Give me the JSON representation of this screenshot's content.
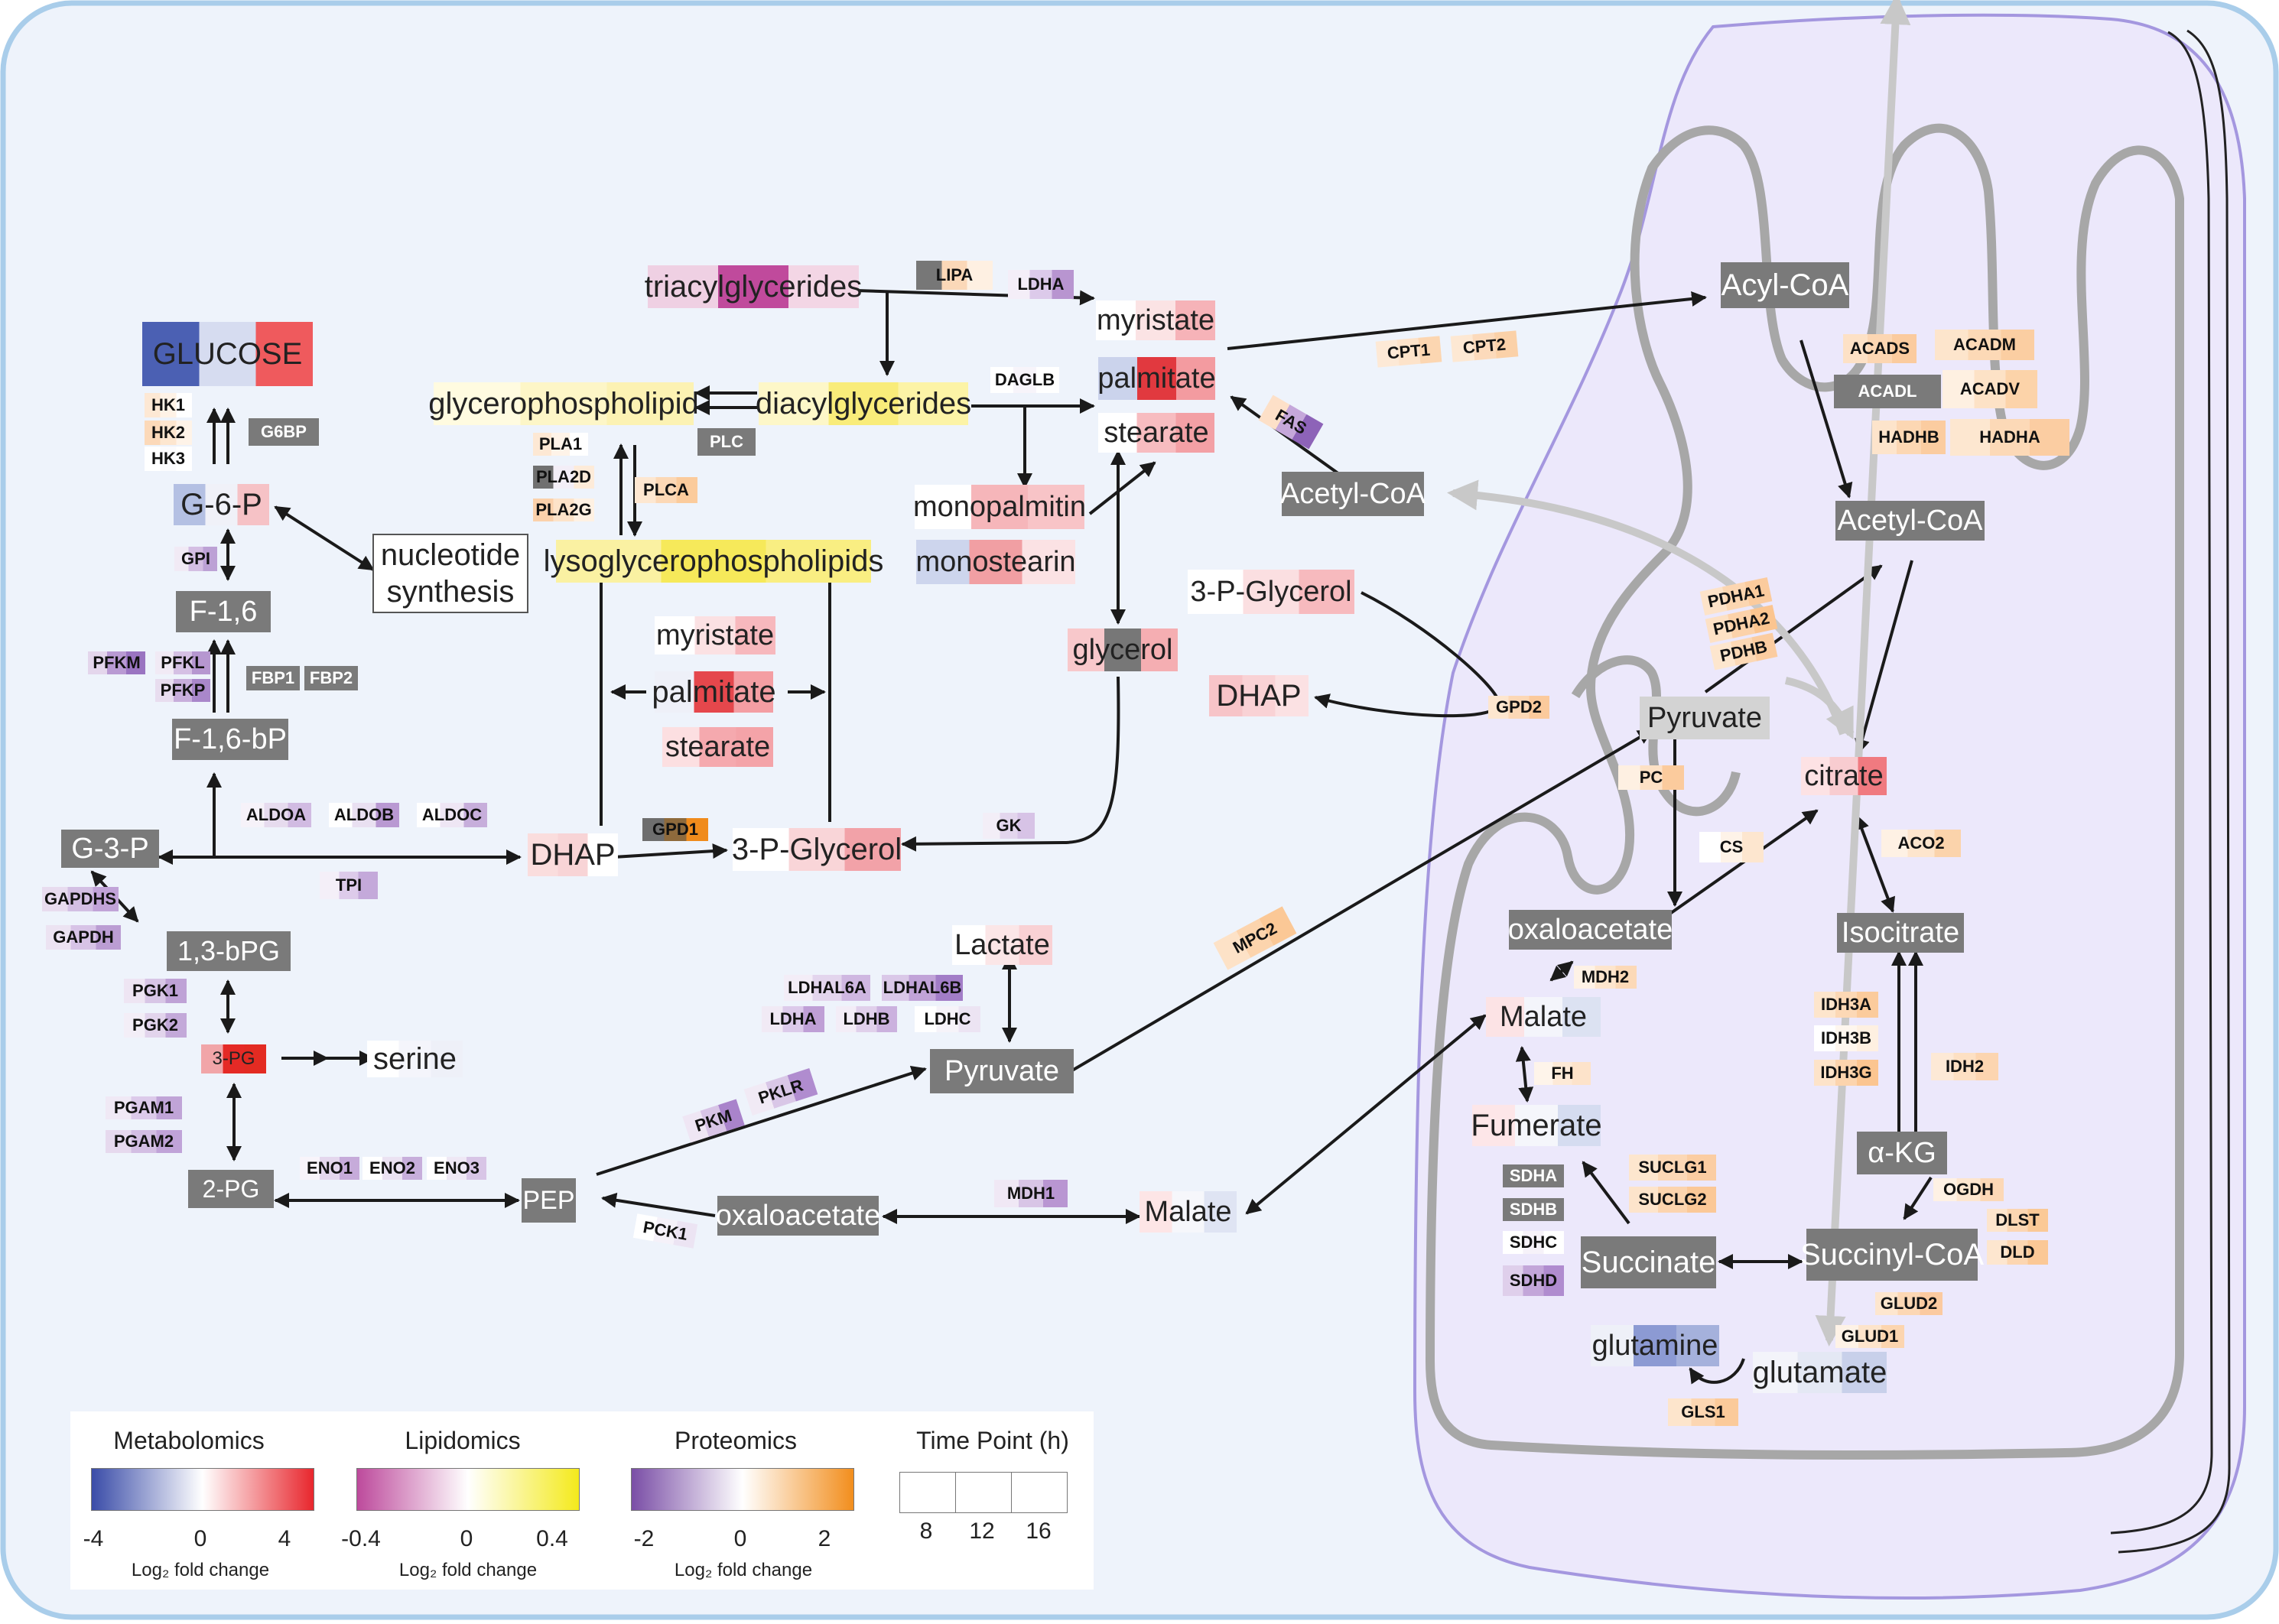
{
  "colors": {
    "background": "#eef3fb",
    "cell_border": "#a9cdea",
    "mito_fill": "#ece8fb",
    "mito_stroke": "#a497df",
    "cristae": "#a7a7a7",
    "box_gray": "#7a7a7a",
    "light_gray": "#d3d3d3",
    "arrow": "#1a1a1a"
  },
  "metabolites": [
    {
      "id": "glucose",
      "label": "GLUCOSE",
      "colors": [
        "#4b60b3",
        "#d6dcf0",
        "#ef5a5d"
      ]
    },
    {
      "id": "g6p",
      "label": "G-6-P",
      "colors": [
        "#b4c0e3",
        "#f0f1f8",
        "#f6c2c6"
      ]
    },
    {
      "id": "f16",
      "label": "F-1,6",
      "style": "gray"
    },
    {
      "id": "f16bp",
      "label": "F-1,6-bP",
      "style": "gray"
    },
    {
      "id": "g3p",
      "label": "G-3-P",
      "style": "gray"
    },
    {
      "id": "bpg",
      "label": "1,3-bPG",
      "style": "gray"
    },
    {
      "id": "pg3",
      "label": "3-PG",
      "colors": [
        "#f1a5a8",
        "#e52a26",
        "#e32b22"
      ]
    },
    {
      "id": "serine",
      "label": "serine",
      "colors": [
        "#ffffff",
        "#f4f5fb",
        "#eef0f8"
      ]
    },
    {
      "id": "pg2",
      "label": "2-PG",
      "style": "gray"
    },
    {
      "id": "pep",
      "label": "PEP",
      "style": "gray"
    },
    {
      "id": "nucleotide",
      "label": "nucleotide synthesis",
      "style": "boxed"
    },
    {
      "id": "dhap1",
      "label": "DHAP",
      "colors": [
        "#fadddd",
        "#f8d4d6",
        "#ffffff"
      ]
    },
    {
      "id": "glyc3p1",
      "label": "3-P-Glycerol",
      "colors": [
        "#ffffff",
        "#f9d5d8",
        "#f2a2a8"
      ]
    },
    {
      "id": "tag",
      "label": "triacylglycerides",
      "colors": [
        "#efd0e3",
        "#c04a9c",
        "#f3d6e5"
      ]
    },
    {
      "id": "gpl",
      "label": "glycerophospholipid",
      "colors": [
        "#fffbe0",
        "#fdf6c7",
        "#fcf2b3"
      ]
    },
    {
      "id": "dag",
      "label": "diacylglycerides",
      "colors": [
        "#fdf7c8",
        "#f9ec7a",
        "#fcf3a6"
      ]
    },
    {
      "id": "lysogpl",
      "label": "lysoglycerophospholipids",
      "colors": [
        "#faf1a2",
        "#f6e95a",
        "#f9ee82"
      ]
    },
    {
      "id": "myristate2",
      "label": "myristate",
      "colors": [
        "#ffffff",
        "#fbe1e3",
        "#f7b8bd"
      ]
    },
    {
      "id": "palmitate2",
      "label": "palmitate",
      "colors": [
        "#eef0f8",
        "#e5474c",
        "#f49ea3"
      ]
    },
    {
      "id": "stearate2",
      "label": "stearate",
      "colors": [
        "#fcdfe1",
        "#f5a9ae",
        "#f4a3a8"
      ]
    },
    {
      "id": "myristate1",
      "label": "myristate",
      "colors": [
        "#ffffff",
        "#fbe3e4",
        "#f6b3b8"
      ]
    },
    {
      "id": "palmitate1",
      "label": "palmitate",
      "colors": [
        "#cbd3ec",
        "#e1393f",
        "#f39ba0"
      ]
    },
    {
      "id": "stearate1",
      "label": "stearate",
      "colors": [
        "#ffffff",
        "#f7bcc0",
        "#f3a0a5"
      ]
    },
    {
      "id": "monopalmitin",
      "label": "monopalmitin",
      "colors": [
        "#ffffff",
        "#f6b6ba",
        "#f8c4c7"
      ]
    },
    {
      "id": "monostearin",
      "label": "monostearin",
      "colors": [
        "#cdd5ed",
        "#f19fa3",
        "#fbe2e4"
      ]
    },
    {
      "id": "glycerol",
      "label": "glycerol",
      "colors": [
        "#f8c8cb",
        "#777777",
        "#f5aeb2"
      ]
    },
    {
      "id": "acetylcoa1",
      "label": "Acetyl-CoA",
      "style": "gray"
    },
    {
      "id": "glyc3p2",
      "label": "3-P-Glycerol",
      "colors": [
        "#ffffff",
        "#fbdfe1",
        "#f7babe"
      ]
    },
    {
      "id": "dhap2",
      "label": "DHAP",
      "colors": [
        "#f7c4c8",
        "#f9d2d5",
        "#fbe1e3"
      ]
    },
    {
      "id": "lactate",
      "label": "Lactate",
      "colors": [
        "#ffffff",
        "#fbe6e7",
        "#f9d1d4"
      ]
    },
    {
      "id": "pyruvate1",
      "label": "Pyruvate",
      "style": "gray"
    },
    {
      "id": "oaa1",
      "label": "oxaloacetate",
      "style": "gray"
    },
    {
      "id": "malate1",
      "label": "Malate",
      "colors": [
        "#fde5e6",
        "#f6f7fb",
        "#dfe4f3"
      ]
    },
    {
      "id": "acylcoa",
      "label": "Acyl-CoA",
      "style": "gray"
    },
    {
      "id": "acetylcoa2",
      "label": "Acetyl-CoA",
      "style": "gray"
    },
    {
      "id": "pyruvate2",
      "label": "Pyruvate",
      "style": "light"
    },
    {
      "id": "citrate",
      "label": "citrate",
      "colors": [
        "#fde2e4",
        "#f8ccd0",
        "#f07a80"
      ]
    },
    {
      "id": "oaa2",
      "label": "oxaloacetate",
      "style": "gray"
    },
    {
      "id": "isocitrate",
      "label": "Isocitrate",
      "style": "gray"
    },
    {
      "id": "malate2",
      "label": "Malate",
      "colors": [
        "#fce3e5",
        "#f4f5fb",
        "#dce2f2"
      ]
    },
    {
      "id": "fumerate",
      "label": "Fumerate",
      "colors": [
        "#fde6e8",
        "#f5f6fb",
        "#d5dcf0"
      ]
    },
    {
      "id": "akg",
      "label": "α-KG",
      "style": "gray"
    },
    {
      "id": "succinate",
      "label": "Succinate",
      "style": "gray"
    },
    {
      "id": "succinylcoa",
      "label": "Succinyl-CoA",
      "style": "gray"
    },
    {
      "id": "glutamine",
      "label": "glutamine",
      "colors": [
        "#eef0f8",
        "#8c9ad3",
        "#a5b1dc"
      ]
    },
    {
      "id": "glutamate",
      "label": "glutamate",
      "colors": [
        "#f3f4fa",
        "#e4e8f4",
        "#c8d0ea"
      ]
    }
  ],
  "enzymes": [
    {
      "id": "HK1",
      "label": "HK1",
      "colors": [
        "#fde8d4",
        "#fef2e6",
        "#ffffff"
      ]
    },
    {
      "id": "HK2",
      "label": "HK2",
      "colors": [
        "#fcd9b9",
        "#fde6cf",
        "#fef3e8"
      ]
    },
    {
      "id": "HK3",
      "label": "HK3",
      "colors": [
        "#ffffff",
        "#fbfbfd",
        "#ffffff"
      ]
    },
    {
      "id": "G6BP",
      "label": "G6BP",
      "style": "gray"
    },
    {
      "id": "GPI",
      "label": "GPI",
      "colors": [
        "#f1eaf5",
        "#d4bee3",
        "#bca1d5"
      ]
    },
    {
      "id": "PFKM",
      "label": "PFKM",
      "colors": [
        "#e4d6ec",
        "#b99ad3",
        "#9a74c1"
      ]
    },
    {
      "id": "PFKL",
      "label": "PFKL",
      "colors": [
        "#f1eaf5",
        "#d5c0e4",
        "#b697d0"
      ]
    },
    {
      "id": "PFKP",
      "label": "PFKP",
      "colors": [
        "#e8ddef",
        "#c8aedb",
        "#a987ca"
      ]
    },
    {
      "id": "FBP1",
      "label": "FBP1",
      "style": "gray"
    },
    {
      "id": "FBP2",
      "label": "FBP2",
      "style": "gray"
    },
    {
      "id": "ALDOA",
      "label": "ALDOA",
      "colors": [
        "#f6f2f9",
        "#e6dbee",
        "#d1bbe2"
      ]
    },
    {
      "id": "ALDOB",
      "label": "ALDOB",
      "colors": [
        "#ffffff",
        "#e9e0f1",
        "#b999d2"
      ]
    },
    {
      "id": "ALDOC",
      "label": "ALDOC",
      "colors": [
        "#ffffff",
        "#eee6f4",
        "#c7aedb"
      ]
    },
    {
      "id": "TPI",
      "label": "TPI",
      "colors": [
        "#f4eff8",
        "#ddcbea",
        "#c4a9da"
      ]
    },
    {
      "id": "GAPDHS",
      "label": "GAPDHS",
      "colors": [
        "#e8dcef",
        "#d3bfe3",
        "#c1a3d8"
      ]
    },
    {
      "id": "GAPDH",
      "label": "GAPDH",
      "colors": [
        "#ece3f2",
        "#d7c3e6",
        "#bb9dd3"
      ]
    },
    {
      "id": "PGK1",
      "label": "PGK1",
      "colors": [
        "#eee5f3",
        "#d8c6e6",
        "#bfa2d6"
      ]
    },
    {
      "id": "PGK2",
      "label": "PGK2",
      "colors": [
        "#f3eef7",
        "#e2d4ec",
        "#c3a9d9"
      ]
    },
    {
      "id": "PGAM1",
      "label": "PGAM1",
      "colors": [
        "#f0e9f5",
        "#dccaea",
        "#c0a4d7"
      ]
    },
    {
      "id": "PGAM2",
      "label": "PGAM2",
      "colors": [
        "#e6d9ee",
        "#d3bee3",
        "#c0a3d8"
      ]
    },
    {
      "id": "ENO1",
      "label": "ENO1",
      "colors": [
        "#f8f4fa",
        "#e4d7ed",
        "#c6abda"
      ]
    },
    {
      "id": "ENO2",
      "label": "ENO2",
      "colors": [
        "#ffffff",
        "#ebe2f2",
        "#c7aedb"
      ]
    },
    {
      "id": "ENO3",
      "label": "ENO3",
      "colors": [
        "#ffffff",
        "#efe8f5",
        "#d8c5e6"
      ]
    },
    {
      "id": "PLA1",
      "label": "PLA1",
      "colors": [
        "#fde8d4",
        "#fef3e8",
        "#ffffff"
      ]
    },
    {
      "id": "PLA2D",
      "label": "PLA2D",
      "colors": [
        "#707070",
        "#f3eef7",
        "#fdebd9"
      ]
    },
    {
      "id": "PLA2G",
      "label": "PLA2G",
      "colors": [
        "#fbd1ab",
        "#fde3c9",
        "#fef1e3"
      ]
    },
    {
      "id": "PLC",
      "label": "PLC",
      "style": "gray"
    },
    {
      "id": "PLCA",
      "label": "PLCA",
      "colors": [
        "#fde7d1",
        "#fcd8b6",
        "#fbcb9c"
      ]
    },
    {
      "id": "LIPA",
      "label": "LIPA",
      "colors": [
        "#777777",
        "#fbd8b8",
        "#fef0e2"
      ]
    },
    {
      "id": "LDHA_lipid",
      "label": "LDHA",
      "colors": [
        "#f4eef8",
        "#dccaea",
        "#b895d0"
      ]
    },
    {
      "id": "DAGLB",
      "label": "DAGLB",
      "colors": [
        "#ffffff",
        "#f7f4fa",
        "#ffffff"
      ]
    },
    {
      "id": "GPD1",
      "label": "GPD1",
      "colors": [
        "#6e6e6e",
        "#8e6a3c",
        "#f08b1c"
      ]
    },
    {
      "id": "GK",
      "label": "GK",
      "colors": [
        "#f3eef7",
        "#e3d6ed",
        "#d7c3e6"
      ]
    },
    {
      "id": "FAS",
      "label": "FAS",
      "colors": [
        "#fde0c8",
        "#c5a7da",
        "#8d63b8"
      ]
    },
    {
      "id": "CPT1",
      "label": "CPT1",
      "colors": [
        "#fde9d6",
        "#fde3ca",
        "#fcd6b1"
      ]
    },
    {
      "id": "CPT2",
      "label": "CPT2",
      "colors": [
        "#fde8d3",
        "#fcdabb",
        "#fbd1a8"
      ]
    },
    {
      "id": "ACADS",
      "label": "ACADS",
      "colors": [
        "#fde1c6",
        "#fcd6b2",
        "#fbcb9e"
      ]
    },
    {
      "id": "ACADM",
      "label": "ACADM",
      "colors": [
        "#fde5cc",
        "#fcd9b6",
        "#fbcea2"
      ]
    },
    {
      "id": "ACADL",
      "label": "ACADL",
      "style": "gray"
    },
    {
      "id": "ACADV",
      "label": "ACADV",
      "colors": [
        "#fef0e1",
        "#fde2c6",
        "#fcd3a9"
      ]
    },
    {
      "id": "HADHB",
      "label": "HADHB",
      "colors": [
        "#fde4cb",
        "#fcd7b3",
        "#fbcca0"
      ]
    },
    {
      "id": "HADHA",
      "label": "HADHA",
      "colors": [
        "#fde7d0",
        "#fcd9b7",
        "#fbcda2"
      ]
    },
    {
      "id": "PDHA1",
      "label": "PDHA1",
      "colors": [
        "#fde3c9",
        "#fcd6b1",
        "#fbcb9d"
      ]
    },
    {
      "id": "PDHA2",
      "label": "PDHA2",
      "colors": [
        "#fde1c5",
        "#fcd2aa",
        "#fbc590"
      ]
    },
    {
      "id": "PDHB",
      "label": "PDHB",
      "colors": [
        "#fde6ce",
        "#fcd8b5",
        "#fbcca0"
      ]
    },
    {
      "id": "GPD2",
      "label": "GPD2",
      "colors": [
        "#fde6cf",
        "#fcd8b6",
        "#fbca9c"
      ]
    },
    {
      "id": "PC",
      "label": "PC",
      "colors": [
        "#fef0e2",
        "#fde1c5",
        "#fbcb9d"
      ]
    },
    {
      "id": "CS",
      "label": "CS",
      "colors": [
        "#ffffff",
        "#fef3e8",
        "#fde6cf"
      ]
    },
    {
      "id": "ACO2",
      "label": "ACO2",
      "colors": [
        "#fef1e4",
        "#fde5cd",
        "#fbd3ab"
      ]
    },
    {
      "id": "MPC2",
      "label": "MPC2",
      "colors": [
        "#fde2c7",
        "#fcd4ad",
        "#fbc896"
      ]
    },
    {
      "id": "LDHAL6A",
      "label": "LDHAL6A",
      "colors": [
        "#f3edf7",
        "#e3d5ed",
        "#cfb7e1"
      ]
    },
    {
      "id": "LDHAL6B",
      "label": "LDHAL6B",
      "colors": [
        "#dac8e8",
        "#c1a3d8",
        "#a27dc7"
      ]
    },
    {
      "id": "LDHA",
      "label": "LDHA",
      "colors": [
        "#f1eaf5",
        "#dccaea",
        "#bf9fd6"
      ]
    },
    {
      "id": "LDHB",
      "label": "LDHB",
      "colors": [
        "#f3edf7",
        "#e0d0eb",
        "#cbb1de"
      ]
    },
    {
      "id": "LDHC",
      "label": "LDHC",
      "colors": [
        "#ffffff",
        "#f6f3f9",
        "#ece4f3"
      ]
    },
    {
      "id": "PKM",
      "label": "PKM",
      "colors": [
        "#efe6f4",
        "#d8c4e6",
        "#a983cb"
      ]
    },
    {
      "id": "PKLR",
      "label": "PKLR",
      "colors": [
        "#f1eaf5",
        "#d9c7e7",
        "#b08ccf"
      ]
    },
    {
      "id": "PCK1",
      "label": "PCK1",
      "colors": [
        "#ffffff",
        "#f5f1f9",
        "#ece4f3"
      ]
    },
    {
      "id": "MDH1",
      "label": "MDH1",
      "colors": [
        "#f0e8f5",
        "#d8c5e6",
        "#b996d2"
      ]
    },
    {
      "id": "MDH2",
      "label": "MDH2",
      "colors": [
        "#fef2e6",
        "#fde5cd",
        "#fcd9b7"
      ]
    },
    {
      "id": "FH",
      "label": "FH",
      "colors": [
        "#fef4ea",
        "#fde9d6",
        "#fde3ca"
      ]
    },
    {
      "id": "SDHA",
      "label": "SDHA",
      "style": "gray"
    },
    {
      "id": "SDHB",
      "label": "SDHB",
      "style": "gray"
    },
    {
      "id": "SDHC",
      "label": "SDHC",
      "colors": [
        "#ffffff",
        "#f6f2f9",
        "#ffffff"
      ]
    },
    {
      "id": "SDHD",
      "label": "SDHD",
      "colors": [
        "#dfcfeb",
        "#c3a6d9",
        "#b08ccf"
      ]
    },
    {
      "id": "SUCLG1",
      "label": "SUCLG1",
      "colors": [
        "#fde6ce",
        "#fcd8b6",
        "#fbcda2"
      ]
    },
    {
      "id": "SUCLG2",
      "label": "SUCLG2",
      "colors": [
        "#fde4cb",
        "#fcd4ae",
        "#fbc897"
      ]
    },
    {
      "id": "IDH3A",
      "label": "IDH3A",
      "colors": [
        "#fde5cc",
        "#fcd8b5",
        "#fbcb9c"
      ]
    },
    {
      "id": "IDH3B",
      "label": "IDH3B",
      "colors": [
        "#ffffff",
        "#fef6ee",
        "#fef0e1"
      ]
    },
    {
      "id": "IDH3G",
      "label": "IDH3G",
      "colors": [
        "#fde3c9",
        "#fcd4ad",
        "#fbc590"
      ]
    },
    {
      "id": "IDH2",
      "label": "IDH2",
      "colors": [
        "#fde9d6",
        "#fde0c3",
        "#fcd5b0"
      ]
    },
    {
      "id": "OGDH",
      "label": "OGDH",
      "colors": [
        "#fef1e4",
        "#fde6cf",
        "#fcd8b6"
      ]
    },
    {
      "id": "DLST",
      "label": "DLST",
      "colors": [
        "#fde5cd",
        "#fcd6b2",
        "#fbc996"
      ]
    },
    {
      "id": "DLD",
      "label": "DLD",
      "colors": [
        "#fde6cf",
        "#fcd6b1",
        "#fbc896"
      ]
    },
    {
      "id": "GLUD2",
      "label": "GLUD2",
      "colors": [
        "#fde6ce",
        "#fcd7b4",
        "#fbcaa0"
      ]
    },
    {
      "id": "GLUD1",
      "label": "GLUD1",
      "colors": [
        "#fef2e6",
        "#fde4cb",
        "#fcd5af"
      ]
    },
    {
      "id": "GLS1",
      "label": "GLS1",
      "colors": [
        "#fde5cc",
        "#fcd6b2",
        "#fbca9a"
      ]
    }
  ],
  "legend": {
    "metabolomics": {
      "title": "Metabolomics",
      "ticks": [
        "-4",
        "0",
        "4"
      ],
      "unit": "Log₂ fold change",
      "gradient": [
        "#3a4ca8",
        "#ffffff",
        "#e8262d"
      ]
    },
    "lipidomics": {
      "title": "Lipidomics",
      "ticks": [
        "-0.4",
        "0",
        "0.4"
      ],
      "unit": "Log₂ fold change",
      "gradient": [
        "#bd4a9c",
        "#ffffff",
        "#f4ea1c"
      ]
    },
    "proteomics": {
      "title": "Proteomics",
      "ticks": [
        "-2",
        "0",
        "2"
      ],
      "unit": "Log₂ fold change",
      "gradient": [
        "#7a4ea6",
        "#ffffff",
        "#f28e1d"
      ]
    },
    "time_point": {
      "title": "Time Point (h)",
      "values": [
        "8",
        "12",
        "16"
      ]
    }
  }
}
